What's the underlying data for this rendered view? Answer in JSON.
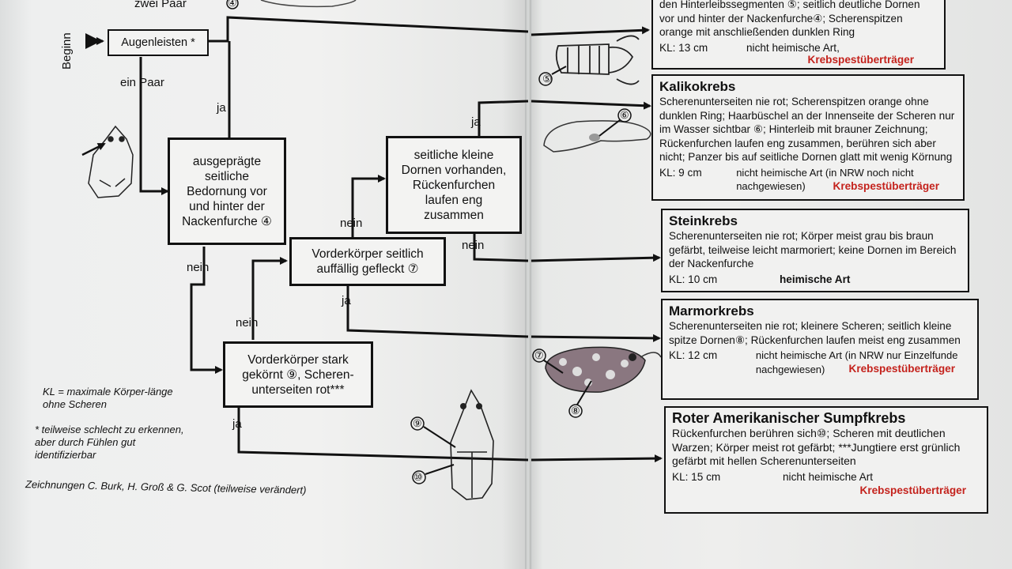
{
  "flow": {
    "top_fragment": "zwei Paar",
    "start_label": "Beginn",
    "start_box": "Augenleisten *",
    "label_ein_paar": "ein Paar",
    "label_ja_1": "ja",
    "box_bedornung": "ausgeprägte seitliche Bedornung vor und hinter der Nackenfurche ④",
    "label_nein_1": "nein",
    "box_dornen": "seitliche kleine Dornen vorhanden, Rückenfurchen laufen eng zusammen",
    "label_ja_2": "ja",
    "label_nein_2": "nein",
    "label_nein_3": "nein",
    "box_gefleckt": "Vorderkörper seitlich auffällig gefleckt ⑦",
    "label_ja_3": "ja",
    "label_nein_4": "nein",
    "box_gekoernt": "Vorderkörper stark gekörnt ⑨, Scheren-unterseiten rot***",
    "label_ja_4": "ja"
  },
  "notes": {
    "kl": "KL = maximale Körper-länge ohne Scheren",
    "asterisk": "* teilweise schlecht zu erkennen, aber durch Fühlen gut identifizierbar",
    "credits": "Zeichnungen C. Burk, H. Groß & G. Scot (teilweise verändert)"
  },
  "figure_markers": {
    "m4": "④",
    "m5": "⑤",
    "m6": "⑥",
    "m7": "⑦",
    "m8": "⑧",
    "m9": "⑨",
    "m10": "⑩"
  },
  "species": [
    {
      "title": "",
      "text": "den Hinterleibssegmenten ⑤; seitlich deutliche Dornen vor und hinter der Nackenfurche④; Scherenspitzen orange mit anschließenden dunklen Ring",
      "kl": "KL: 13 cm",
      "status": "nicht heimische Art,",
      "warning": "Krebspestüberträger"
    },
    {
      "title": "Kalikokrebs",
      "text": "Scherenunterseiten nie rot; Scherenspitzen orange ohne dunklen Ring; Haarbüschel an der Innenseite der Scheren nur im Wasser sichtbar ⑥; Hinterleib mit brauner Zeichnung; Rückenfurchen laufen eng zusammen, berühren sich aber nicht; Panzer bis auf seitliche Dornen glatt mit wenig Körnung",
      "kl": "KL: 9 cm",
      "status": "nicht heimische Art (in NRW noch nicht nachgewiesen)",
      "warning": "Krebspestüberträger"
    },
    {
      "title": "Steinkrebs",
      "text": "Scherenunterseiten nie rot; Körper meist grau bis braun gefärbt, teilweise leicht marmoriert; keine Dornen im Bereich der Nackenfurche",
      "kl": "KL: 10 cm",
      "status": "heimische Art",
      "warning": ""
    },
    {
      "title": "Marmorkrebs",
      "text": "Scherenunterseiten nie rot; kleinere Scheren; seitlich kleine spitze Dornen⑧; Rückenfurchen laufen meist eng zusammen",
      "kl": "KL: 12 cm",
      "status": "nicht heimische Art (in NRW nur Einzelfunde nachgewiesen)",
      "warning": "Krebspestüberträger"
    },
    {
      "title": "Roter Amerikanischer Sumpfkrebs",
      "text": "Rückenfurchen berühren sich⑩; Scheren mit deutlichen Warzen; Körper meist rot gefärbt; ***Jungtiere erst grünlich gefärbt mit hellen Scherenunterseiten",
      "kl": "KL: 15 cm",
      "status": "nicht heimische Art",
      "warning": "Krebspestüberträger"
    }
  ],
  "colors": {
    "warning": "#c4221c",
    "ink": "#111111",
    "paper": "#f1f1f0"
  }
}
